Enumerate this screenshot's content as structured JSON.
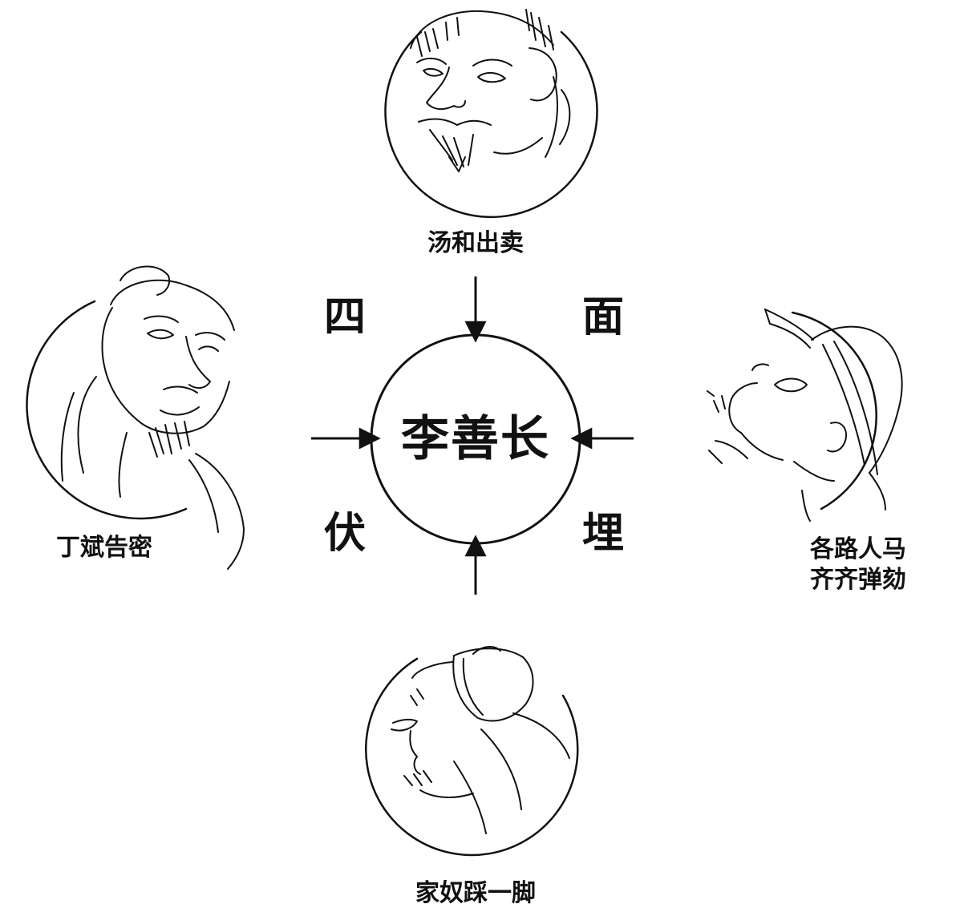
{
  "diagram": {
    "center_label": "李善长",
    "corner_chars": [
      "四",
      "面",
      "伏",
      "埋"
    ],
    "portraits": {
      "top": {
        "caption": "汤和出卖",
        "icon": "bearded-official-portrait-icon"
      },
      "left": {
        "caption": "丁斌告密",
        "icon": "old-scholar-portrait-icon"
      },
      "right": {
        "caption_line1": "各路人马",
        "caption_line2": "齐齐弹劾",
        "icon": "official-with-cap-portrait-icon"
      },
      "bottom": {
        "caption": "家奴踩一脚",
        "icon": "servant-portrait-icon"
      }
    },
    "colors": {
      "ink": "#111111",
      "background": "#ffffff"
    }
  }
}
